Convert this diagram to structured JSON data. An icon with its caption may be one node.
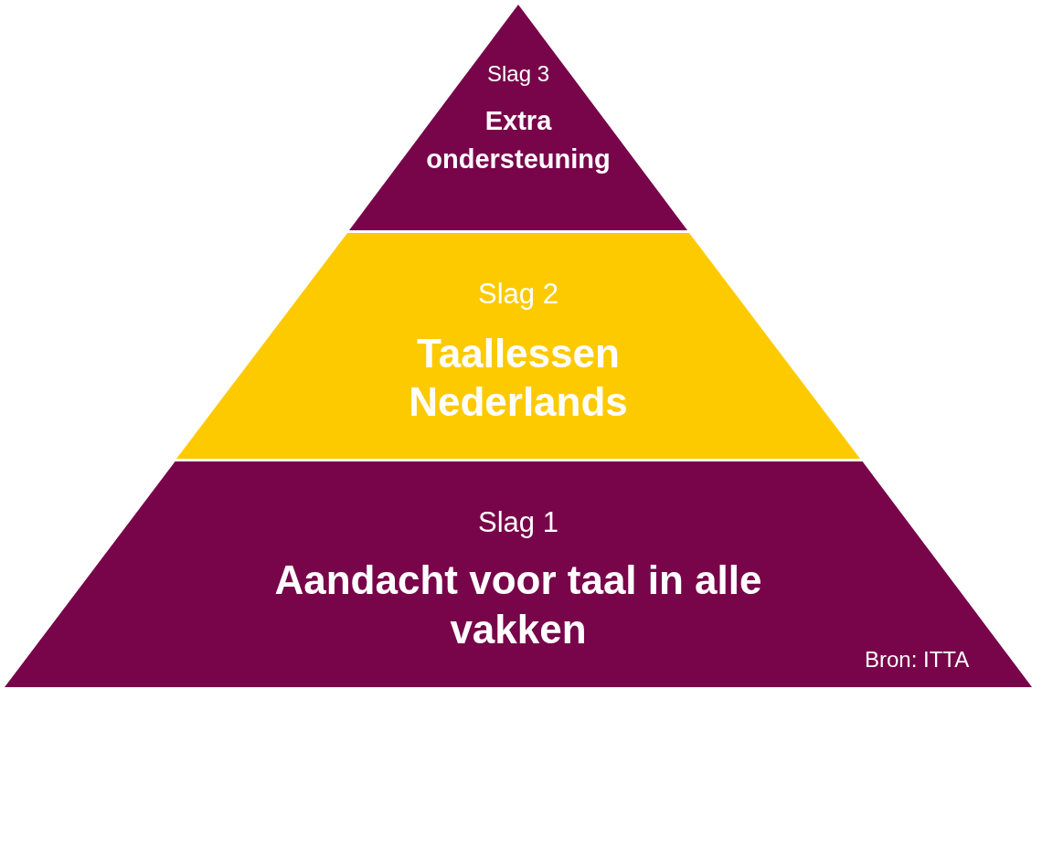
{
  "diagram": {
    "nodes": [
      {
        "text": [
          "Slag 3",
          "Extra ondersteuning"
        ]
      },
      {
        "text": [
          "Slag 2",
          "Taallessen Nederlands"
        ]
      },
      {
        "text": [
          "Slag 1",
          "Aandacht voor taal in alle vakken"
        ]
      }
    ],
    "labels": [
      "Bron: ITTA"
    ]
  }
}
